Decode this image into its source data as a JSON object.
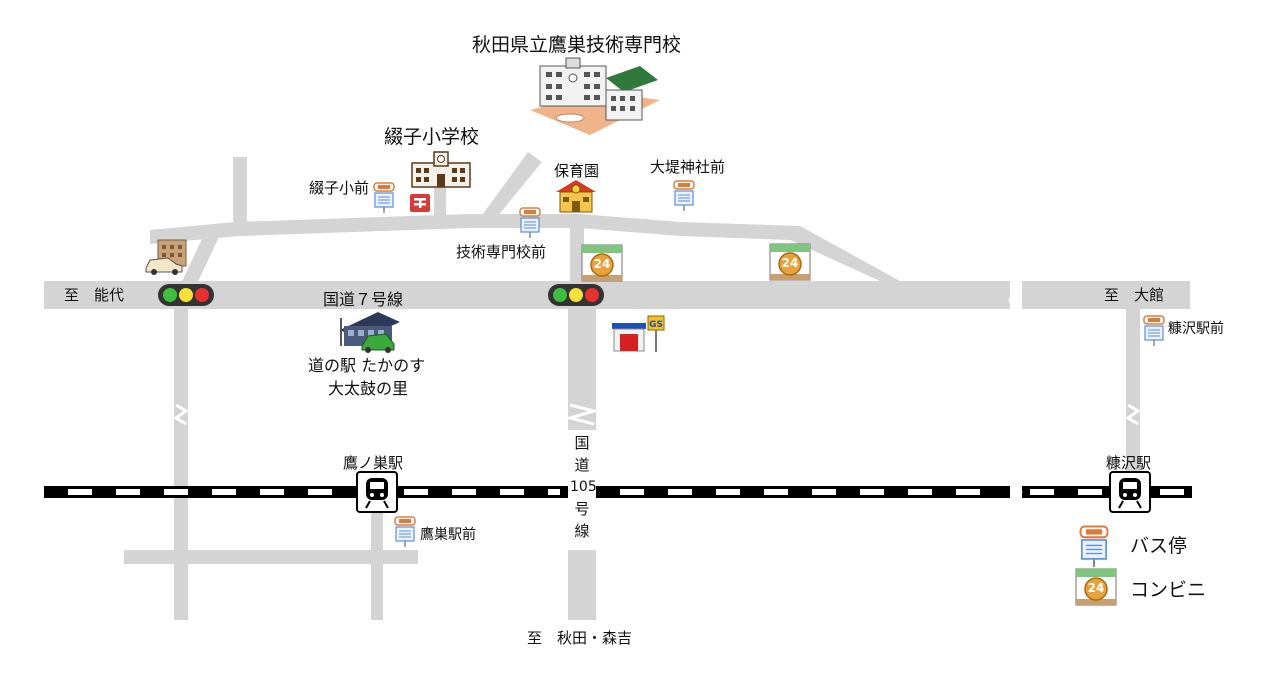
{
  "map": {
    "labels": {
      "school_tech": "秋田県立鷹巣技術専門校",
      "school_elem": "綴子小学校",
      "bus_tsuzureko": "綴子小前",
      "nursery": "保育園",
      "bus_otsutsumi": "大堤神社前",
      "bus_gijutsu": "技術専門校前",
      "to_noshiro": "至　能代",
      "route7": "国道７号線",
      "to_odate": "至　大館",
      "bus_nukazawa": "糠沢駅前",
      "michinoeki_1": "道の駅 たかのす",
      "michinoeki_2": "大太鼓の里",
      "route105_1": "国",
      "route105_2": "道",
      "route105_3": "105",
      "route105_4": "号",
      "route105_5": "線",
      "station_takanosu": "鷹ノ巣駅",
      "station_nukazawa": "糠沢駅",
      "bus_takanosu": "鷹巣駅前",
      "to_akita": "至　秋田・森吉",
      "gs": "GS",
      "convenience_num": "24"
    },
    "legend": {
      "bus": "バス停",
      "convenience": "コンビニ"
    },
    "colors": {
      "road": "#d4d4d4",
      "rail_black": "#000000",
      "signal_green": "#3fbf3f",
      "signal_yellow": "#f5e13a",
      "signal_red": "#e83030",
      "gs_blue": "#1f4fb5",
      "gs_red": "#d62020",
      "convenience_orange": "#e8a23a",
      "convenience_green": "#7fc47f"
    }
  }
}
